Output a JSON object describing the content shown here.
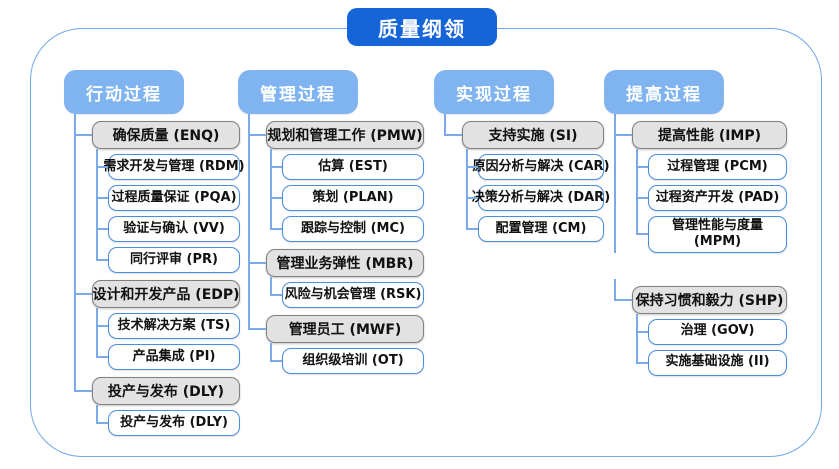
{
  "title": "质量纲领",
  "colors": {
    "title_bg": "#1565D8",
    "header_bg": "#7FB4F0",
    "gray_fill": "#E2E2E2",
    "gray_border": "#7F7F7F",
    "leaf_border": "#4A8CDE",
    "connector": "#7CA9E8",
    "frame_border": "#70A8EA"
  },
  "columns": [
    {
      "label": "行动过程",
      "groups": [
        {
          "label": "确保质量 (ENQ)",
          "children": [
            "需求开发与管理 (RDM)",
            "过程质量保证 (PQA)",
            "验证与确认 (VV)",
            "同行评审 (PR)"
          ]
        },
        {
          "label": "设计和开发产品 (EDP)",
          "children": [
            "技术解决方案 (TS)",
            "产品集成 (PI)"
          ]
        },
        {
          "label": "投产与发布 (DLY)",
          "children": [
            "投产与发布 (DLY)"
          ]
        }
      ]
    },
    {
      "label": "管理过程",
      "groups": [
        {
          "label": "规划和管理工作 (PMW)",
          "children": [
            "估算 (EST)",
            "策划 (PLAN)",
            "跟踪与控制 (MC)"
          ]
        },
        {
          "label": "管理业务弹性 (MBR)",
          "children": [
            "风险与机会管理 (RSK)"
          ]
        },
        {
          "label": "管理员工 (MWF)",
          "children": [
            "组织级培训 (OT)"
          ]
        }
      ]
    },
    {
      "label": "实现过程",
      "groups": [
        {
          "label": "支持实施 (SI)",
          "children": [
            "原因分析与解决 (CAR)",
            "决策分析与解决 (DAR)",
            "配置管理 (CM)"
          ]
        }
      ]
    },
    {
      "label": "提高过程",
      "groups": [
        {
          "label": "提高性能 (IMP)",
          "children": [
            "过程管理 (PCM)",
            "过程资产开发 (PAD)",
            "管理性能与度量\n(MPM)"
          ]
        },
        {
          "label": "保持习惯和毅力 (SHP)",
          "children": [
            "治理 (GOV)",
            "实施基础设施 (II)"
          ]
        }
      ]
    }
  ]
}
